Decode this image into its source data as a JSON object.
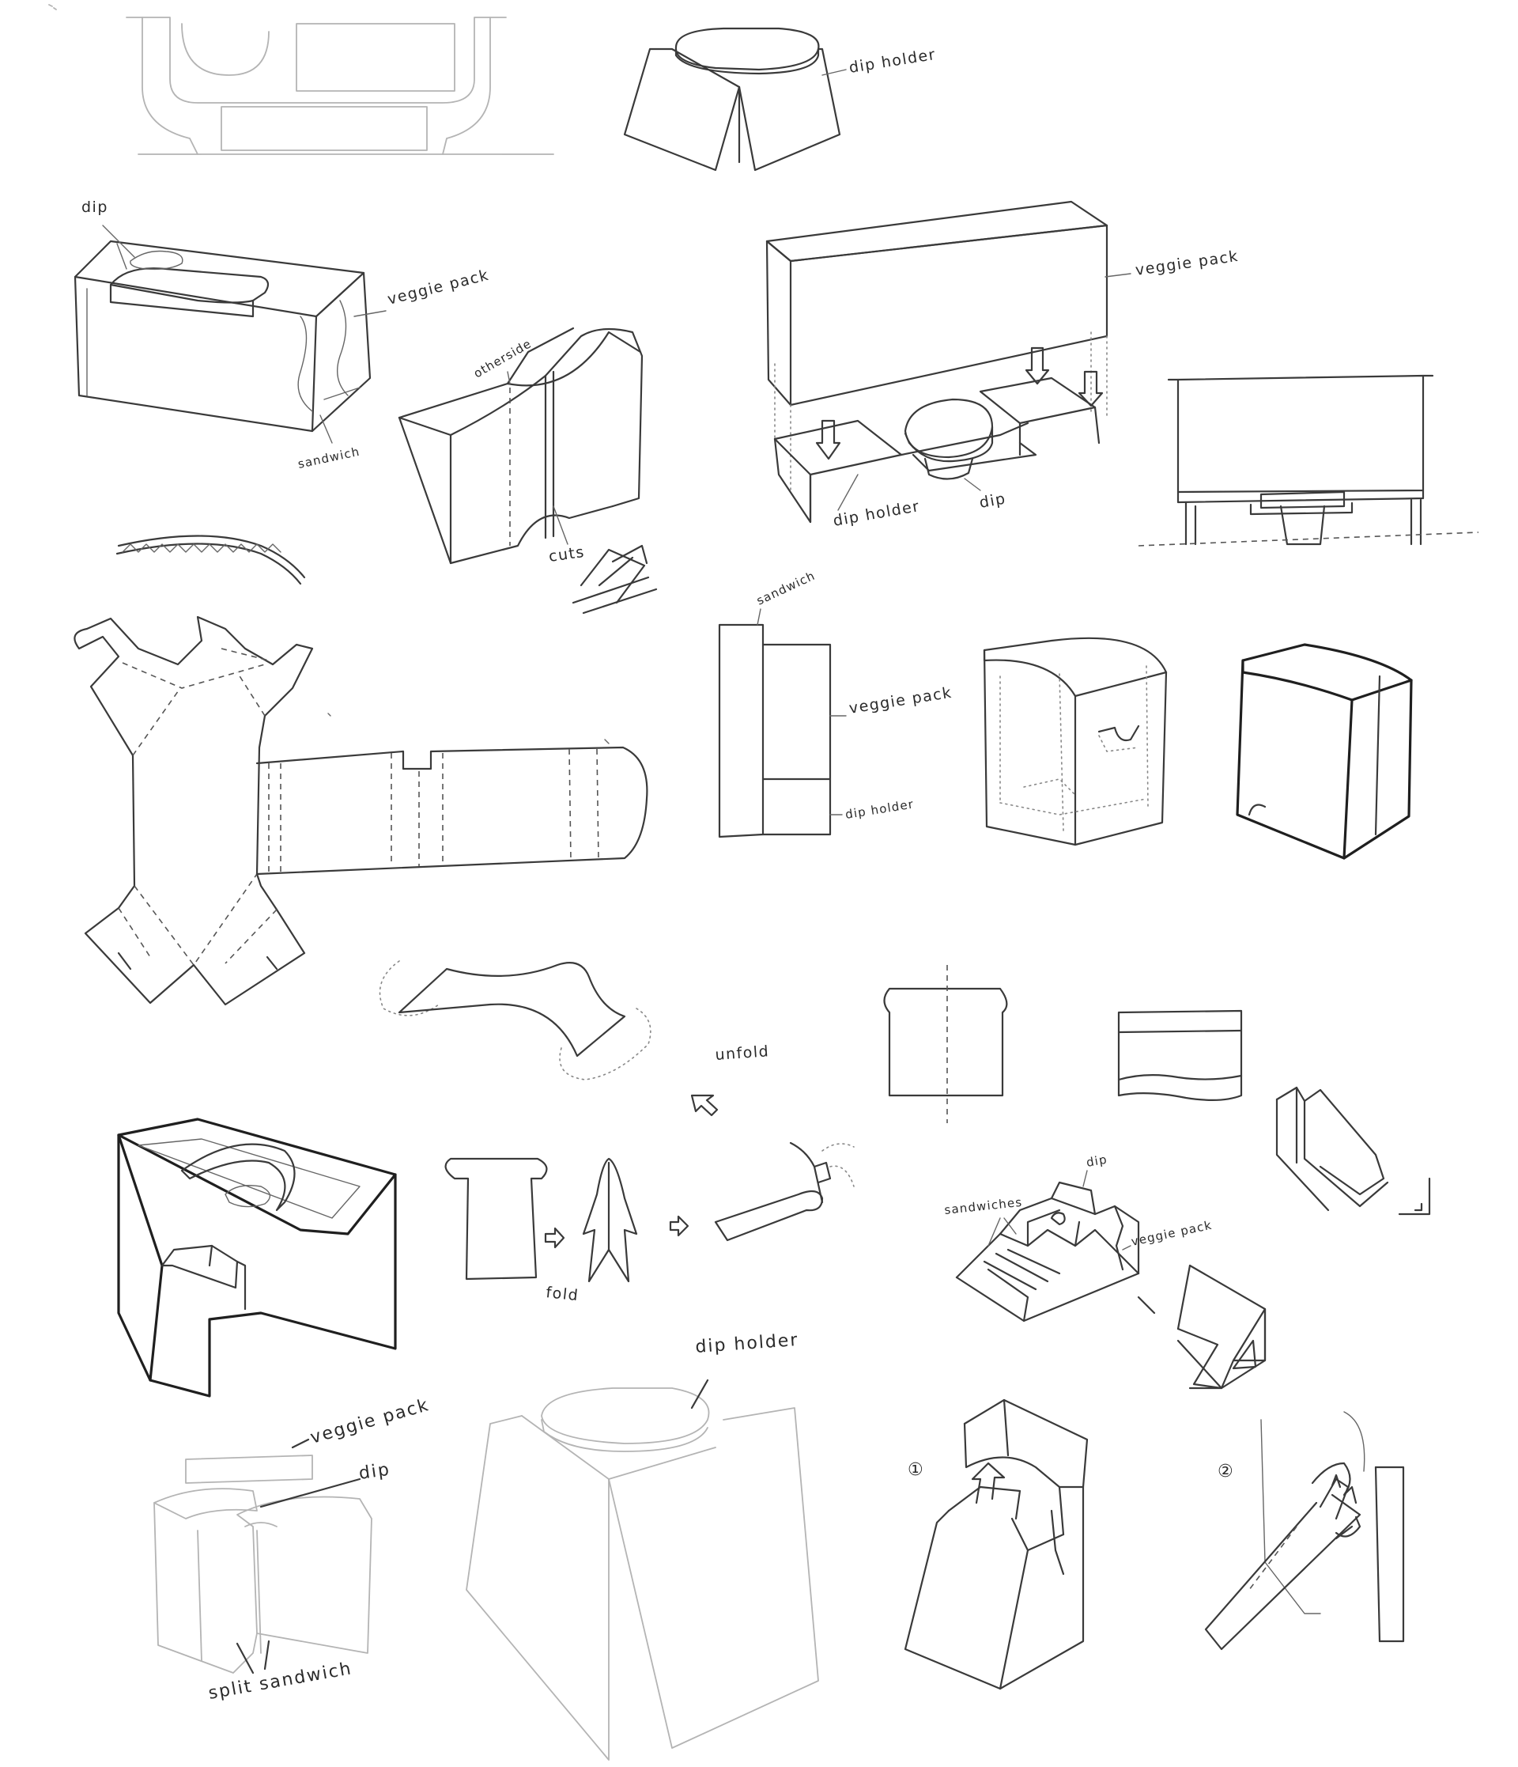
{
  "sketch": {
    "labels": {
      "dip_holder_top": "dip holder",
      "dip_a": "dip",
      "veggie_pack_a": "veggie pack",
      "sandwich_a": "sandwich",
      "otherside": "otherside",
      "cuts": "cuts",
      "veggie_pack_b": "veggie pack",
      "dip_holder_b": "dip holder",
      "dip_b": "dip",
      "sandwich_b": "sandwich",
      "veggie_pack_c": "veggie pack",
      "dip_holder_c": "dip holder",
      "unfold": "unfold",
      "fold": "fold",
      "sandwiches": "sandwiches",
      "dip_c": "dip",
      "veggie_pack_d": "veggie pack",
      "dip_holder_d": "dip holder",
      "veggie_pack_e": "veggie pack",
      "dip_d": "dip",
      "split_sandwich": "split sandwich",
      "step_1": "①",
      "step_2": "②"
    }
  }
}
